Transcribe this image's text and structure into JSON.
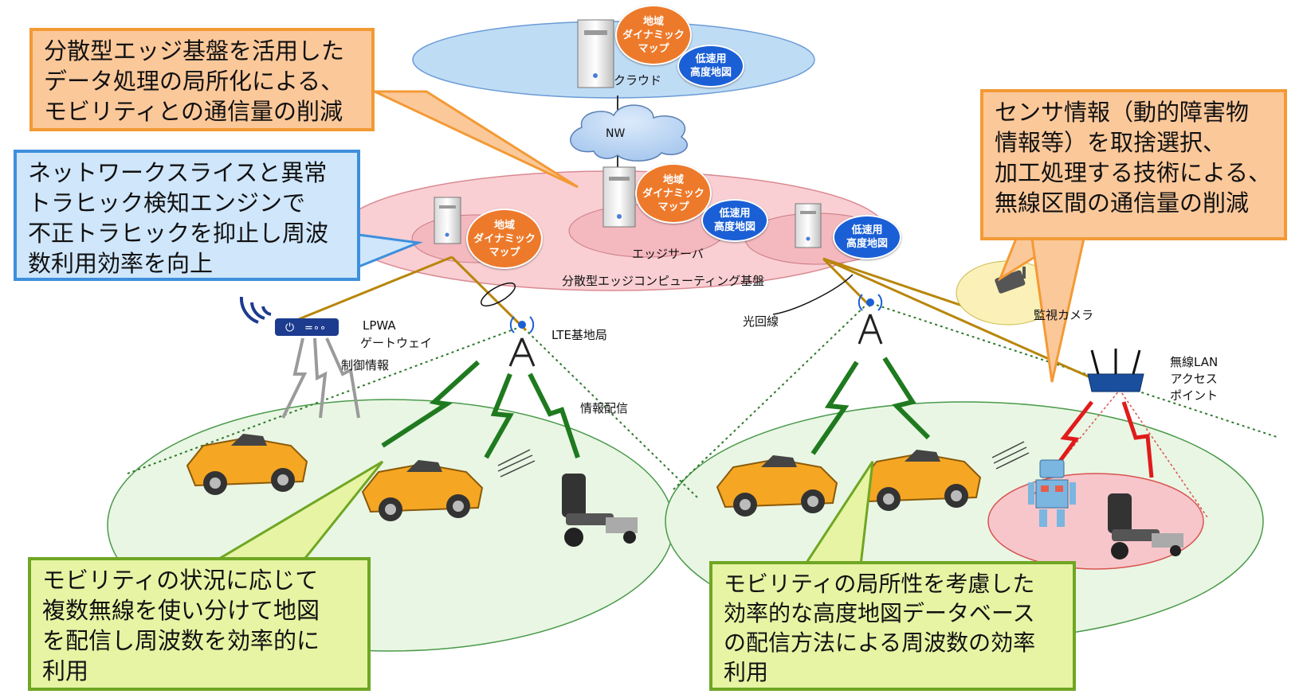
{
  "callouts": {
    "edge_reduction": [
      "分散型エッジ基盤を活用した",
      "データ処理の局所化による、",
      "モビリティとの通信量の削減"
    ],
    "network_slice": [
      "ネットワークスライスと異常",
      "トラヒック検知エンジンで",
      "不正トラヒックを抑止し周波",
      "数利用効率を向上"
    ],
    "sensor_info": [
      "センサ情報（動的障害物",
      "情報等）を取捨選択、",
      "加工処理する技術による、",
      "無線区間の通信量の削減"
    ],
    "multi_radio": [
      "モビリティの状況に応じて",
      "複数無線を使い分けて地図",
      "を配信し周波数を効率的に",
      "利用"
    ],
    "locality_db": [
      "モビリティの局所性を考慮した",
      "効率的な高度地図データベース",
      "の配信方法による周波数の効率",
      "利用"
    ]
  },
  "bubbles": {
    "dynamic_map": [
      "地域",
      "ダイナミック",
      "マップ"
    ],
    "lowspeed_map": [
      "低速用",
      "高度地図"
    ]
  },
  "labels": {
    "cloud": "クラウド",
    "nw": "NW",
    "edge_server": "エッジサーバ",
    "edge_platform": "分散型エッジコンピューティング基盤",
    "lpwa": "LPWA",
    "gateway": "ゲートウェイ",
    "control_info": "制御情報",
    "lte": "LTE基地局",
    "info_delivery": "情報配信",
    "fiber": "光回線",
    "camera": "監視カメラ",
    "wlan": [
      "無線LAN",
      "アクセス",
      "ポイント"
    ]
  },
  "colors": {
    "cloud_ellipse": "#bfdcf5",
    "edge_ellipse": "#f9cfd3",
    "coverage_ellipse": "#e9f6e4",
    "orange_bubble": "#ed7a2b",
    "blue_bubble": "#1a5fd6",
    "car": "#f5a623",
    "radio_green": "#1f7a1f",
    "radio_red": "#e01b1b",
    "fiber_line": "#b8860b"
  }
}
